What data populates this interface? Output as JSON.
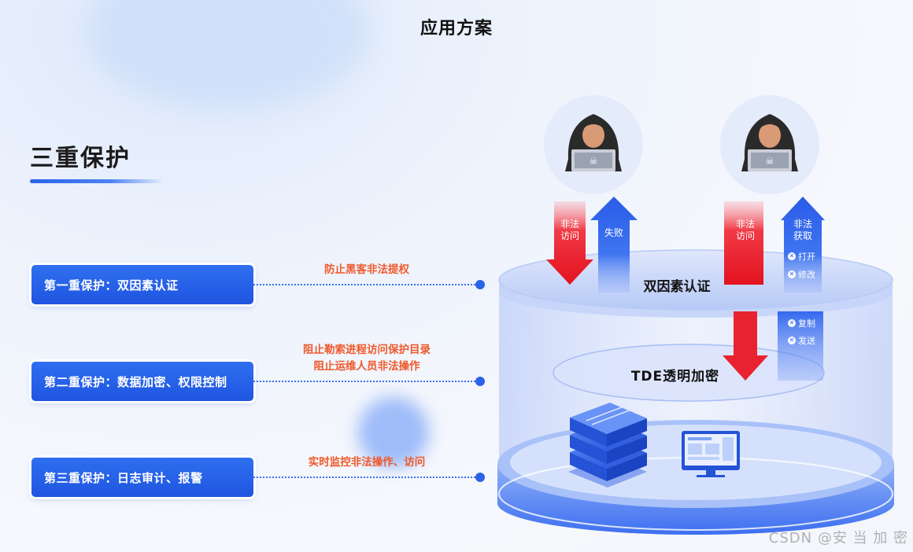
{
  "page_title": "应用方案",
  "section_title": "三重保护",
  "layers": [
    {
      "label": "第一重保护：双因素认证",
      "note_lines": [
        "防止黑客非法提权"
      ]
    },
    {
      "label": "第二重保护：数据加密、权限控制",
      "note_lines": [
        "阻止勒索进程访问保护目录",
        "阻止运维人员非法操作"
      ]
    },
    {
      "label": "第三重保护：日志审计、报警",
      "note_lines": [
        "实时监控非法操作、访问"
      ]
    }
  ],
  "diagram": {
    "top_disc_label": "双因素认证",
    "mid_disc_label": "TDE透明加密",
    "arrows": {
      "left_down": [
        "非法",
        "访问"
      ],
      "left_up": [
        "失败"
      ],
      "right_down": [
        "非法",
        "访问"
      ],
      "right_up": [
        "非法",
        "获取"
      ]
    },
    "blocked_actions": [
      "打开",
      "修改",
      "复制",
      "发送"
    ]
  },
  "watermark": "CSDN @安 当 加 密",
  "colors": {
    "primary_blue": "#2a62e8",
    "note_orange": "#f0582a",
    "threat_red": "#e8232f"
  }
}
